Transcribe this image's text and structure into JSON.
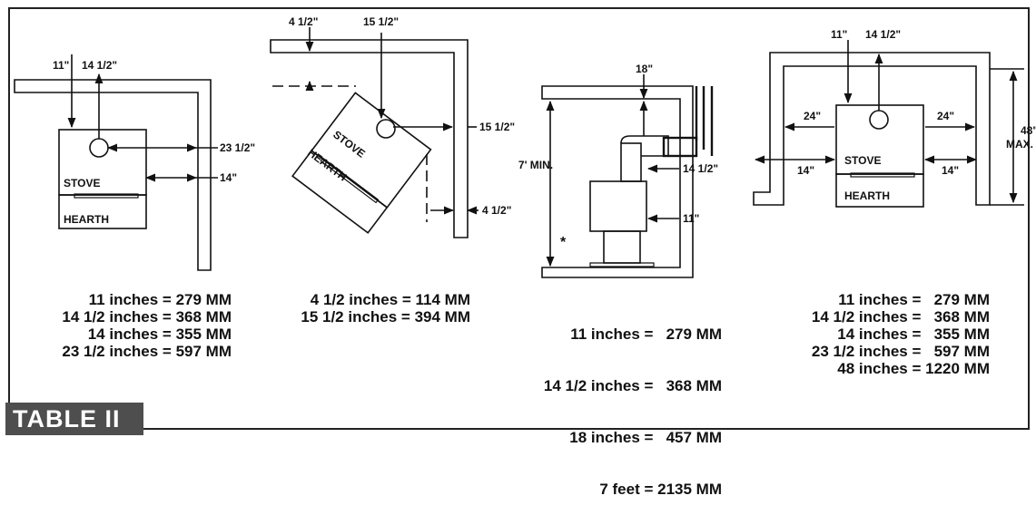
{
  "badge": "TABLE II",
  "diagram1": {
    "dims": {
      "d11": "11\"",
      "d14_5": "14 1/2\"",
      "d23_5": "23 1/2\"",
      "d14": "14\""
    },
    "labels": {
      "stove": "STOVE",
      "hearth": "HEARTH"
    },
    "conversions": [
      "11 inches = 279 MM",
      "14 1/2 inches = 368 MM",
      "14 inches = 355 MM",
      "23 1/2 inches = 597 MM"
    ]
  },
  "diagram2": {
    "dims": {
      "d4_5_top": "4 1/2\"",
      "d15_5_top": "15 1/2\"",
      "d15_5_right": "15 1/2\"",
      "d4_5_bottom": "4 1/2\""
    },
    "labels": {
      "stove": "STOVE",
      "hearth": "HEARTH"
    },
    "conversions": [
      "4 1/2 inches = 114 MM",
      "15 1/2 inches = 394 MM"
    ]
  },
  "diagram3": {
    "dims": {
      "d18": "18\"",
      "d7min": "7' MIN.",
      "d14_5": "14 1/2\"",
      "d11": "11\"",
      "asterisk": "*"
    },
    "conversions": [
      "11 inches =   279 MM",
      "14 1/2 inches =   368 MM",
      "18 inches =   457 MM",
      "7 feet = 2135 MM"
    ]
  },
  "diagram4": {
    "dims": {
      "d11": "11\"",
      "d14_5": "14 1/2\"",
      "d24_left": "24\"",
      "d24_right": "24\"",
      "d14_left": "14\"",
      "d14_right": "14\"",
      "d48": "48\"",
      "max": "MAX."
    },
    "labels": {
      "stove": "STOVE",
      "hearth": "HEARTH"
    },
    "conversions": [
      "11 inches =   279 MM",
      "14 1/2 inches =   368 MM",
      "14 inches =   355 MM",
      "23 1/2 inches =   597 MM",
      "48 inches = 1220 MM"
    ]
  }
}
